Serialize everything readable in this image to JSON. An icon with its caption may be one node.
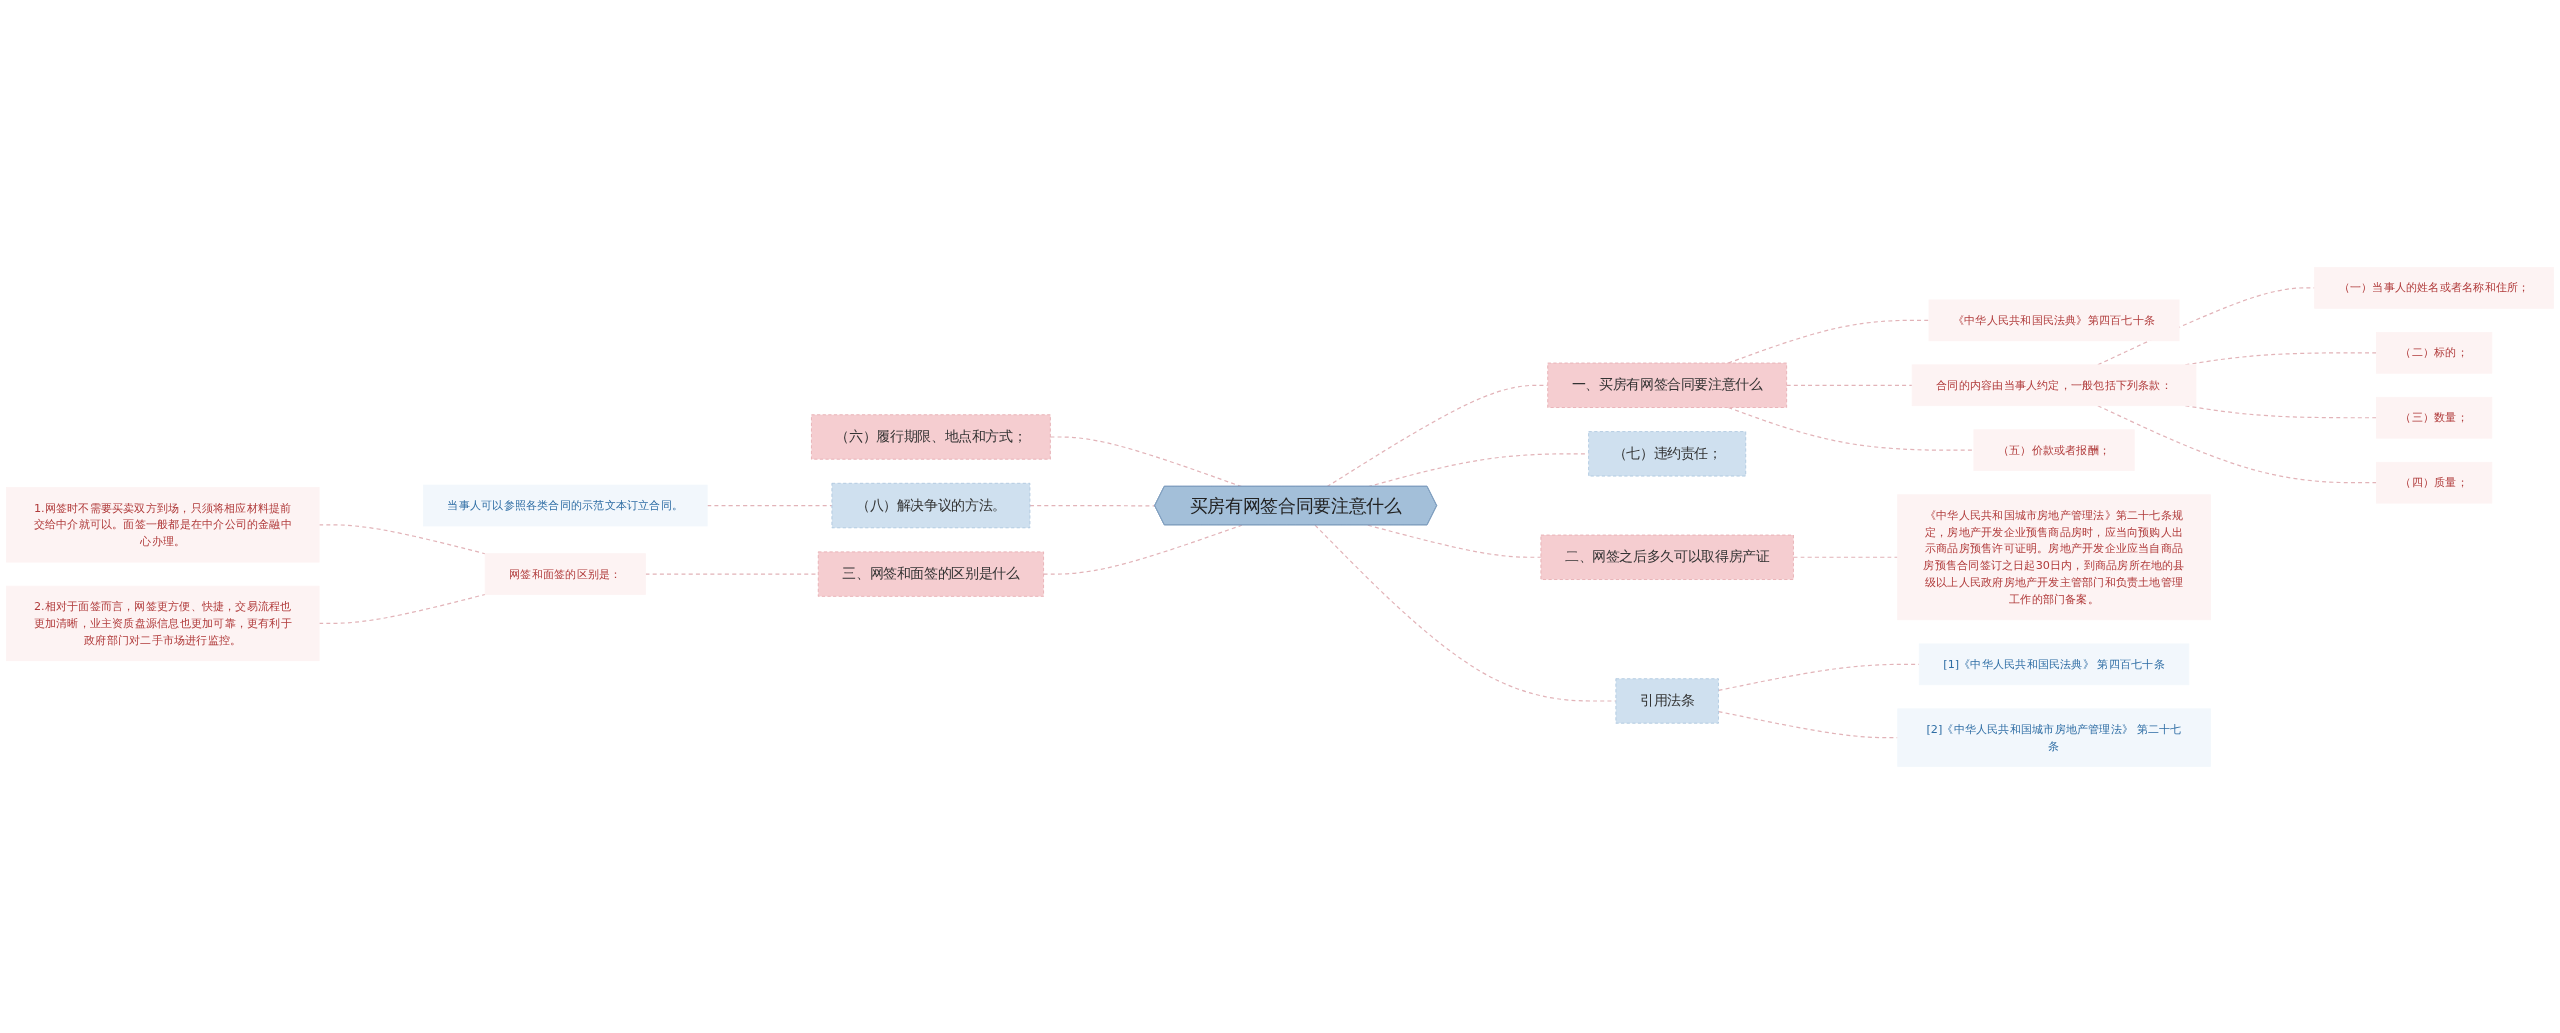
{
  "diagram": {
    "nodes": [
      {
        "text": [
          "买房有网签合同要注意什么"
        ]
      },
      {
        "text": [
          "（六）履行期限、地点和方式；"
        ]
      },
      {
        "text": [
          "（八）解决争议的方法。"
        ]
      },
      {
        "text": [
          "当事人可以参照各类合同的示范文本订立合同。"
        ]
      },
      {
        "text": [
          "三、网签和面签的区别是什么"
        ]
      },
      {
        "text": [
          "网签和面签的区别是："
        ]
      },
      {
        "text": [
          "1.网签时不需要买卖双方到场，只须将相应材料提前交给中介就可以。面签一般都是在中介公司的金融中心办理。"
        ]
      },
      {
        "text": [
          "2.相对于面签而言，网签更方便、快捷，交易流程也更加清晰，业主资质盘源信息也更加可靠，更有利于政府部门对二手市场进行监控。"
        ]
      },
      {
        "text": [
          "一、买房有网签合同要注意什么"
        ]
      },
      {
        "text": [
          "《中华人民共和国民法典》第四百七十条"
        ]
      },
      {
        "text": [
          "合同的内容由当事人约定，一般包括下列条款："
        ]
      },
      {
        "text": [
          "（一）当事人的姓名或者名称和住所；"
        ]
      },
      {
        "text": [
          "（二）标的；"
        ]
      },
      {
        "text": [
          "（三）数量；"
        ]
      },
      {
        "text": [
          "（四）质量；"
        ]
      },
      {
        "text": [
          "（五）价款或者报酬；"
        ]
      },
      {
        "text": [
          "（七）违约责任；"
        ]
      },
      {
        "text": [
          "二、网签之后多久可以取得房产证"
        ]
      },
      {
        "text": [
          "《中华人民共和国城市房地产管理法》第二十七条规定，房地产开发企业预售商品房时，应当向预购人出示商品房预售许可证明。房地产开发企业应当自商品房预售合同签订之日起30日内，到商品房所在地的县级以上人民政府房地产开发主管部门和负责土地管理工作的部门备案。"
        ]
      },
      {
        "text": [
          "引用法条"
        ]
      },
      {
        "text": [
          "[1]《中华人民共和国民法典》 第四百七十条"
        ]
      },
      {
        "text": [
          "[2]《中华人民共和国城市房地产管理法》 第二十七条"
        ]
      }
    ],
    "edges": [
      {
        "from": 0,
        "to": 1,
        "arrow": "none",
        "style": "dashed"
      },
      {
        "from": 0,
        "to": 2,
        "arrow": "none",
        "style": "dashed"
      },
      {
        "from": 2,
        "to": 3,
        "arrow": "none",
        "style": "dashed"
      },
      {
        "from": 0,
        "to": 4,
        "arrow": "none",
        "style": "dashed"
      },
      {
        "from": 4,
        "to": 5,
        "arrow": "none",
        "style": "dashed"
      },
      {
        "from": 5,
        "to": 6,
        "arrow": "none",
        "style": "dashed"
      },
      {
        "from": 5,
        "to": 7,
        "arrow": "none",
        "style": "dashed"
      },
      {
        "from": 0,
        "to": 8,
        "arrow": "none",
        "style": "dashed"
      },
      {
        "from": 8,
        "to": 9,
        "arrow": "none",
        "style": "dashed"
      },
      {
        "from": 8,
        "to": 10,
        "arrow": "none",
        "style": "dashed"
      },
      {
        "from": 10,
        "to": 11,
        "arrow": "none",
        "style": "dashed"
      },
      {
        "from": 10,
        "to": 12,
        "arrow": "none",
        "style": "dashed"
      },
      {
        "from": 10,
        "to": 13,
        "arrow": "none",
        "style": "dashed"
      },
      {
        "from": 10,
        "to": 14,
        "arrow": "none",
        "style": "dashed"
      },
      {
        "from": 8,
        "to": 15,
        "arrow": "none",
        "style": "dashed"
      },
      {
        "from": 0,
        "to": 16,
        "arrow": "none",
        "style": "dashed"
      },
      {
        "from": 0,
        "to": 17,
        "arrow": "none",
        "style": "dashed"
      },
      {
        "from": 17,
        "to": 18,
        "arrow": "none",
        "style": "dashed"
      },
      {
        "from": 0,
        "to": 19,
        "arrow": "none",
        "style": "dashed"
      },
      {
        "from": 19,
        "to": 20,
        "arrow": "none",
        "style": "dashed"
      },
      {
        "from": 19,
        "to": 21,
        "arrow": "none",
        "style": "dashed"
      }
    ]
  }
}
